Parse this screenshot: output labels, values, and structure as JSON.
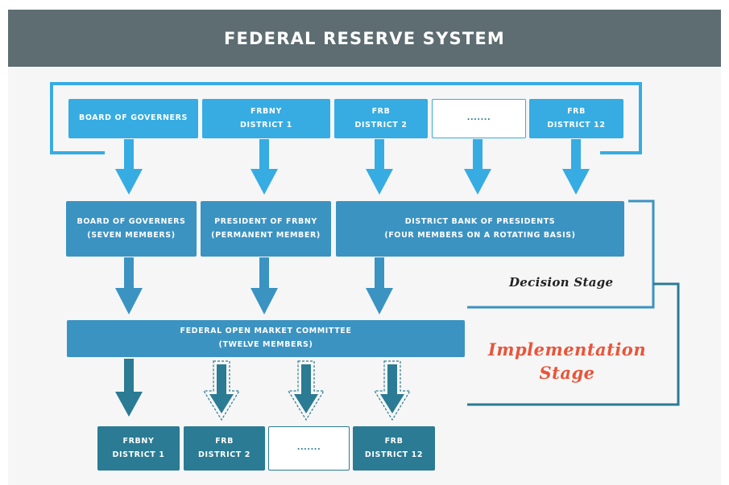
{
  "header": {
    "title": "FEDERAL RESERVE SYSTEM"
  },
  "row1": [
    {
      "lines": [
        "BOARD OF GOVERNERS"
      ]
    },
    {
      "lines": [
        "FRBNY",
        "DISTRICT 1"
      ]
    },
    {
      "lines": [
        "FRB",
        "DISTRICT 2"
      ]
    },
    {
      "lines": [
        "......."
      ]
    },
    {
      "lines": [
        "FRB",
        "DISTRICT 12"
      ]
    }
  ],
  "row2": [
    {
      "lines": [
        "BOARD OF GOVERNERS",
        "(SEVEN MEMBERS)"
      ]
    },
    {
      "lines": [
        "PRESIDENT OF FRBNY",
        "(PERMANENT MEMBER)"
      ]
    },
    {
      "lines": [
        "DISTRICT BANK OF PRESIDENTS",
        "(FOUR MEMBERS ON A ROTATING BASIS)"
      ]
    }
  ],
  "fomc": {
    "lines": [
      "FEDERAL OPEN MARKET COMMITTEE",
      "(TWELVE MEMBERS)"
    ]
  },
  "row4": [
    {
      "lines": [
        "FRBNY",
        "DISTRICT 1"
      ]
    },
    {
      "lines": [
        "FRB",
        "DISTRICT 2"
      ]
    },
    {
      "lines": [
        "......."
      ]
    },
    {
      "lines": [
        "FRB",
        "DISTRICT 12"
      ]
    }
  ],
  "stages": {
    "decision": "Decision Stage",
    "implementation": [
      "Implementation",
      "Stage"
    ]
  },
  "colors": {
    "header_bg": "#5d6d72",
    "light_blue": "#36ace2",
    "mid_blue": "#3b93c2",
    "dark_teal": "#2a7b93",
    "implementation_orange": "#e8553a"
  }
}
